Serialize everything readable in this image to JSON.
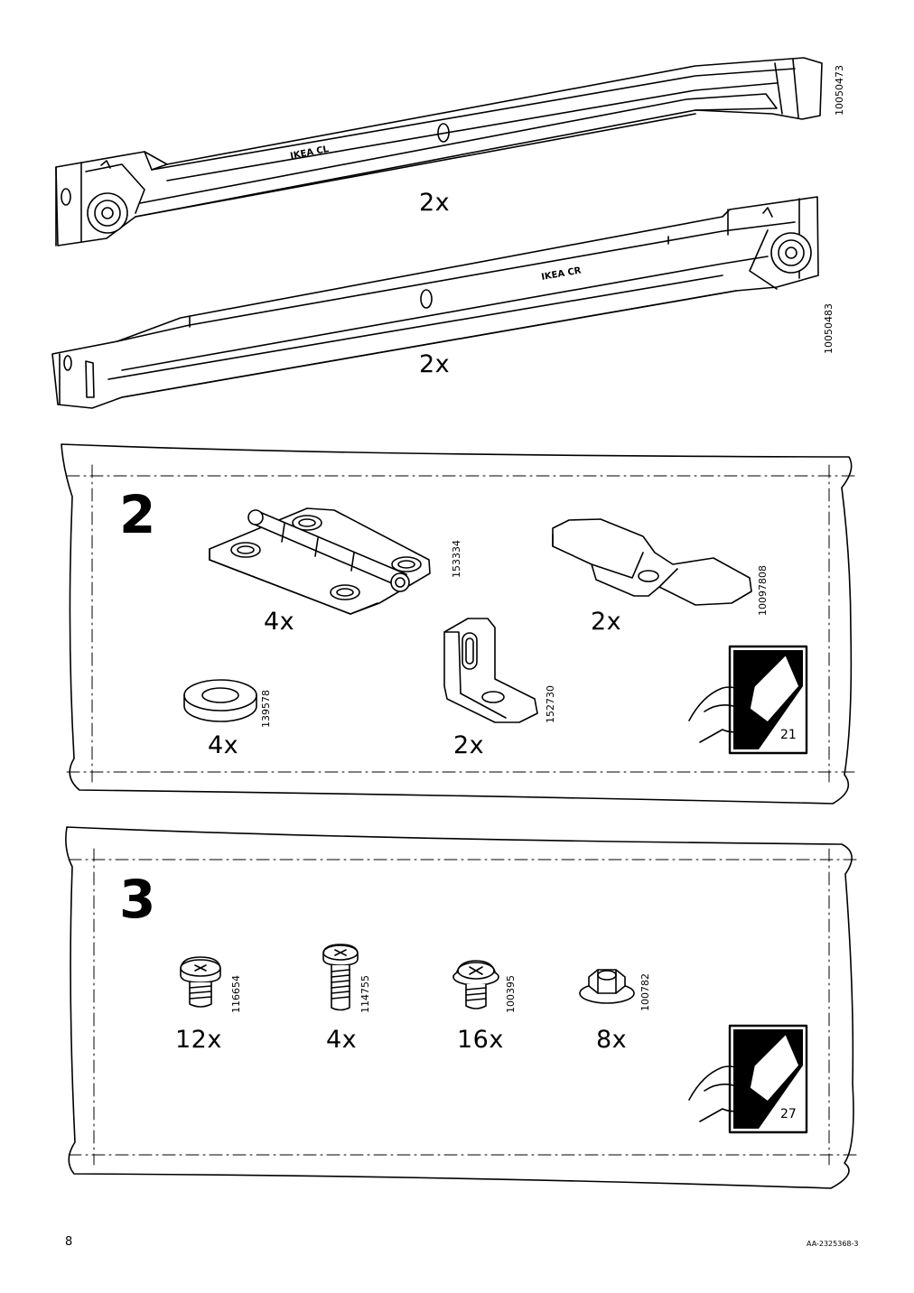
{
  "rails": {
    "left_rail": {
      "imprint": "IKEA CL",
      "quantity": "2x",
      "part_number": "10050473"
    },
    "right_rail": {
      "imprint": "IKEA CR",
      "quantity": "2x",
      "part_number": "10050483"
    }
  },
  "step2": {
    "number": "2",
    "parts": [
      {
        "name": "hinge",
        "quantity": "4x",
        "part_number": "153334"
      },
      {
        "name": "bracket",
        "quantity": "2x",
        "part_number": "10097808"
      },
      {
        "name": "washer",
        "quantity": "4x",
        "part_number": "139578"
      },
      {
        "name": "angle-bracket",
        "quantity": "2x",
        "part_number": "152730"
      }
    ],
    "page_ref": "21"
  },
  "step3": {
    "number": "3",
    "parts": [
      {
        "name": "screw-short",
        "quantity": "12x",
        "part_number": "116654"
      },
      {
        "name": "screw-long",
        "quantity": "4x",
        "part_number": "114755"
      },
      {
        "name": "screw-flange",
        "quantity": "16x",
        "part_number": "100395"
      },
      {
        "name": "nut",
        "quantity": "8x",
        "part_number": "100782"
      }
    ],
    "page_ref": "27"
  },
  "footer": {
    "page_number": "8",
    "doc_id": "AA-2325368-3"
  },
  "icons": [
    "drawer-rail-icon",
    "hinge-icon",
    "bracket-icon",
    "washer-icon",
    "angle-bracket-icon",
    "screw-icon",
    "nut-icon",
    "page-turn-icon"
  ]
}
